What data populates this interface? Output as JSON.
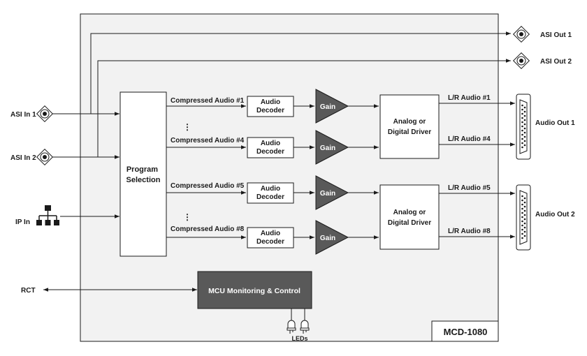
{
  "inputs": {
    "asi_in_1": "ASI In 1",
    "asi_in_2": "ASI In 2",
    "ip_in": "IP In",
    "rct": "RCT"
  },
  "outputs": {
    "asi_out_1": "ASI Out 1",
    "asi_out_2": "ASI Out 2",
    "audio_out_1": "Audio Out 1",
    "audio_out_2": "Audio Out 2"
  },
  "program_selection": [
    "Program",
    "Selection"
  ],
  "channels": [
    {
      "compressed": "Compressed Audio #1",
      "decoder": [
        "Audio",
        "Decoder"
      ],
      "gain": "Gain",
      "lr": "L/R Audio #1"
    },
    {
      "compressed": "Compressed Audio #4",
      "decoder": [
        "Audio",
        "Decoder"
      ],
      "gain": "Gain",
      "lr": "L/R Audio #4"
    },
    {
      "compressed": "Compressed Audio #5",
      "decoder": [
        "Audio",
        "Decoder"
      ],
      "gain": "Gain",
      "lr": "L/R Audio #5"
    },
    {
      "compressed": "Compressed Audio #8",
      "decoder": [
        "Audio",
        "Decoder"
      ],
      "gain": "Gain",
      "lr": "L/R Audio #8"
    }
  ],
  "drivers": [
    [
      "Analog or",
      "Digital Driver"
    ],
    [
      "Analog or",
      "Digital Driver"
    ]
  ],
  "ellipsis": "⋮",
  "mcu": "MCU Monitoring & Control",
  "leds": "LEDs",
  "model": "MCD-1080",
  "colors": {
    "gain": "#595959",
    "mcu": "#595959",
    "panel": "#f2f2f2",
    "line": "#1a1a1a"
  }
}
